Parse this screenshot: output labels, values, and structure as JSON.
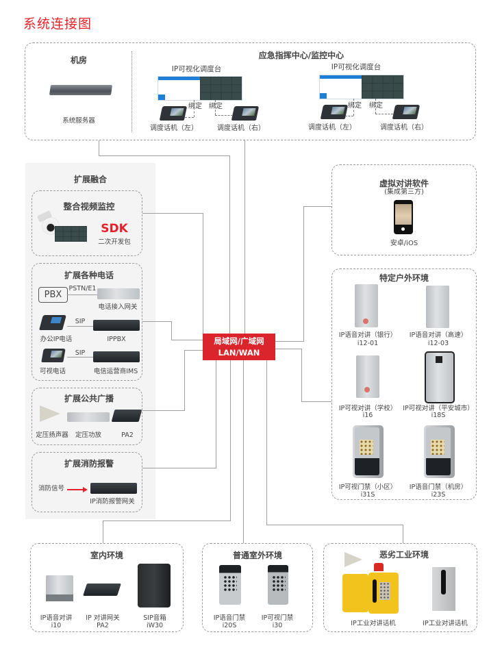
{
  "title": "系统连接图",
  "top": {
    "machine_room": {
      "heading": "机房",
      "device": "系统服务器"
    },
    "command_center": {
      "heading": "应急指挥中心/监控中心",
      "consoles": [
        {
          "label": "IP可视化调度台",
          "bind_left": "绑定",
          "bind_right": "绑定",
          "phone_left": "调度话机（左）",
          "phone_right": "调度话机（右）"
        },
        {
          "label": "IP可视化调度台",
          "bind_left": "绑定",
          "bind_right": "绑定",
          "phone_left": "调度话机（左）",
          "phone_right": "调度话机（右）"
        }
      ]
    }
  },
  "hub": {
    "line1": "局域网/广域网",
    "line2": "LAN/WAN",
    "color": "#d9252b"
  },
  "expansion": {
    "heading": "扩展融合",
    "video": {
      "heading": "整合视频监控",
      "sdk": "SDK",
      "sdk_sub": "二次开发包"
    },
    "phones": {
      "heading": "扩展各种电话",
      "pbx": "PBX",
      "pstn": "PSTN/E1",
      "gateway": "电话接入网关",
      "sip1": "SIP",
      "office_phone": "办公IP电话",
      "ippbx": "IPPBX",
      "sip2": "SIP",
      "video_phone": "可视电话",
      "ims": "电信运营商IMS"
    },
    "broadcast": {
      "heading": "扩展公共广播",
      "items": [
        "定压扬声器",
        "定压功放",
        "PA2"
      ]
    },
    "fire": {
      "heading": "扩展消防报警",
      "signal": "消防信号",
      "gateway": "IP消防报警网关"
    }
  },
  "virtual": {
    "heading": "虚拟对讲软件",
    "sub": "(集成第三方)",
    "platform": "安卓/iOS"
  },
  "outdoor_special": {
    "heading": "特定户外环境",
    "devices": [
      {
        "name": "IP语音对讲（银行）",
        "model": "i12-01"
      },
      {
        "name": "IP语音对讲（高速）",
        "model": "i12-03"
      },
      {
        "name": "IP可视对讲（学校）",
        "model": "i16"
      },
      {
        "name": "IP可视对讲（平安城市）",
        "model": "i18S"
      },
      {
        "name": "IP可视门禁（小区）",
        "model": "i31S"
      },
      {
        "name": "IP语音门禁（机房）",
        "model": "i23S"
      }
    ]
  },
  "indoor": {
    "heading": "室内环境",
    "devices": [
      {
        "name": "IP语音对讲",
        "model": "i10"
      },
      {
        "name": "IP 对讲网关",
        "model": "PA2"
      },
      {
        "name": "SIP音箱",
        "model": "iW30"
      }
    ]
  },
  "outdoor_normal": {
    "heading": "普通室外环境",
    "devices": [
      {
        "name": "IP语音门禁",
        "model": "i20S"
      },
      {
        "name": "IP可视门禁",
        "model": "i30"
      }
    ]
  },
  "industrial": {
    "heading": "恶劣工业环境",
    "devices": [
      {
        "name": "IP工业对讲话机"
      },
      {
        "name": "IP工业对讲话机"
      }
    ]
  }
}
